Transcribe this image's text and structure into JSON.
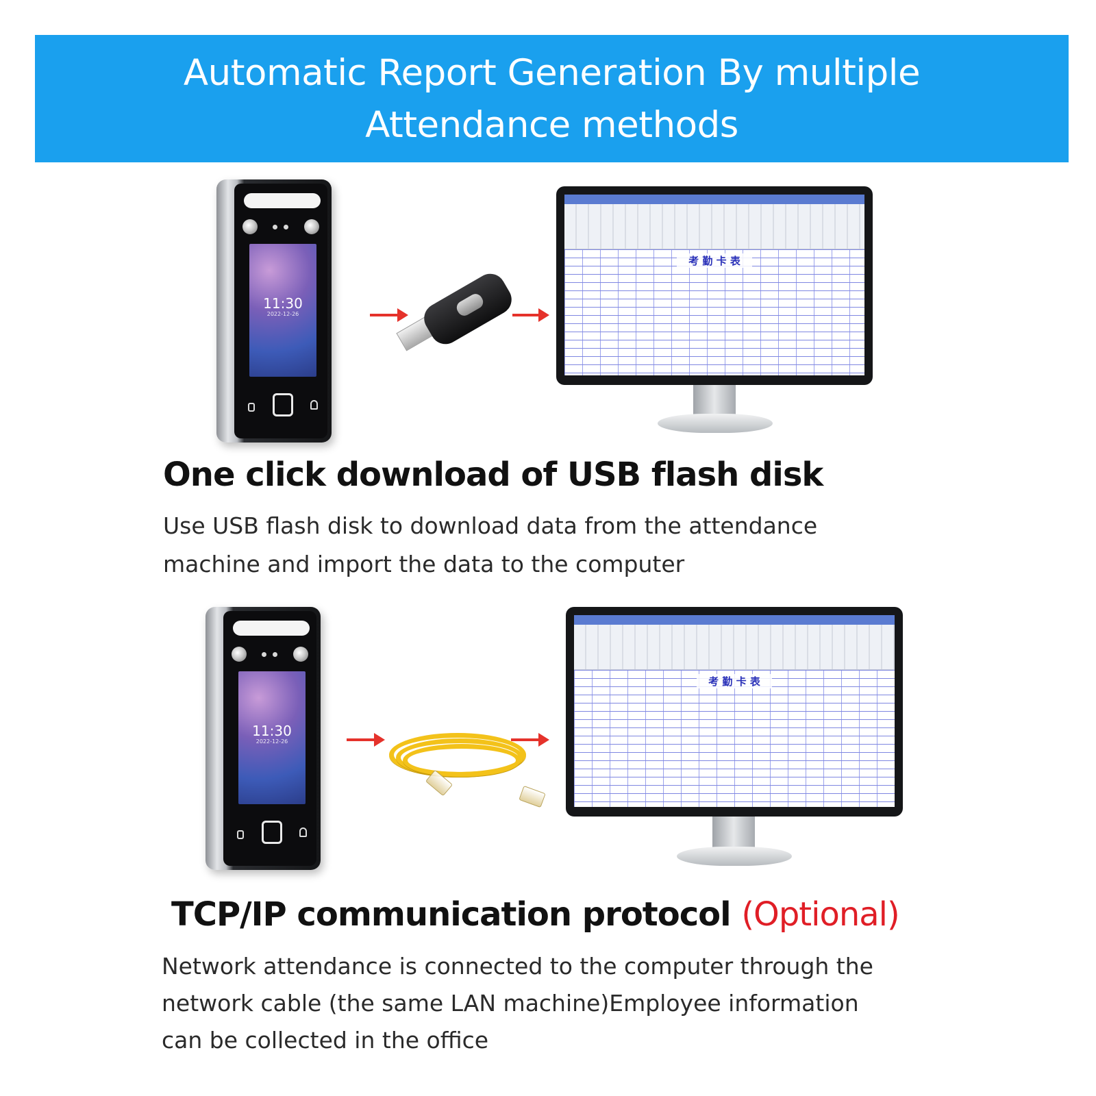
{
  "banner": {
    "line1": "Automatic Report Generation By multiple",
    "line2": "Attendance methods",
    "background": "#1aa0ee"
  },
  "device": {
    "time": "11:30",
    "date": "2022-12-26"
  },
  "spreadsheet": {
    "title": "考 勤 卡 表"
  },
  "sections": [
    {
      "connector": "usb-flash-disk",
      "heading": "One click download of USB flash disk",
      "description": [
        "Use USB flash disk to download data from the attendance",
        "machine and import the data to the computer"
      ]
    },
    {
      "connector": "network-cable",
      "heading": "TCP/IP communication protocol",
      "heading_tag": "(Optional)",
      "heading_tag_color": "#e01e26",
      "description": [
        "Network attendance is connected to the computer through the",
        "network cable (the same LAN machine)Employee information",
        "can be collected in the office"
      ]
    }
  ],
  "colors": {
    "arrow": "#e5322b",
    "cable": "#f3c21a"
  }
}
